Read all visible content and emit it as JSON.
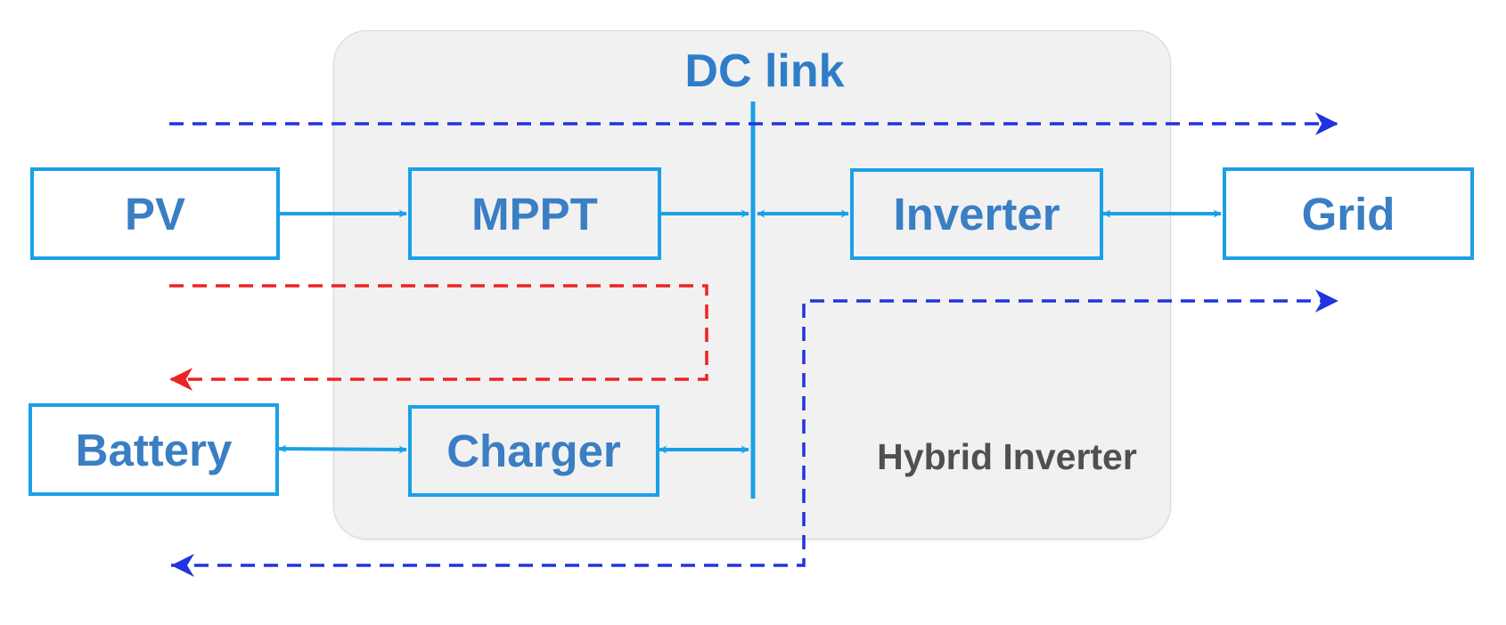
{
  "diagram": {
    "title": "DC link",
    "subtitle": "Hybrid Inverter",
    "blocks": {
      "pv": "PV",
      "mppt": "MPPT",
      "inverter": "Inverter",
      "grid": "Grid",
      "battery": "Battery",
      "charger": "Charger"
    },
    "colors": {
      "block_border": "#1ba0e6",
      "block_text": "#3a7ec4",
      "panel_fill": "#f1f1f1",
      "solid_arrow": "#1ba0e6",
      "flow_blue": "#2233e0",
      "flow_red": "#ee2222"
    }
  }
}
